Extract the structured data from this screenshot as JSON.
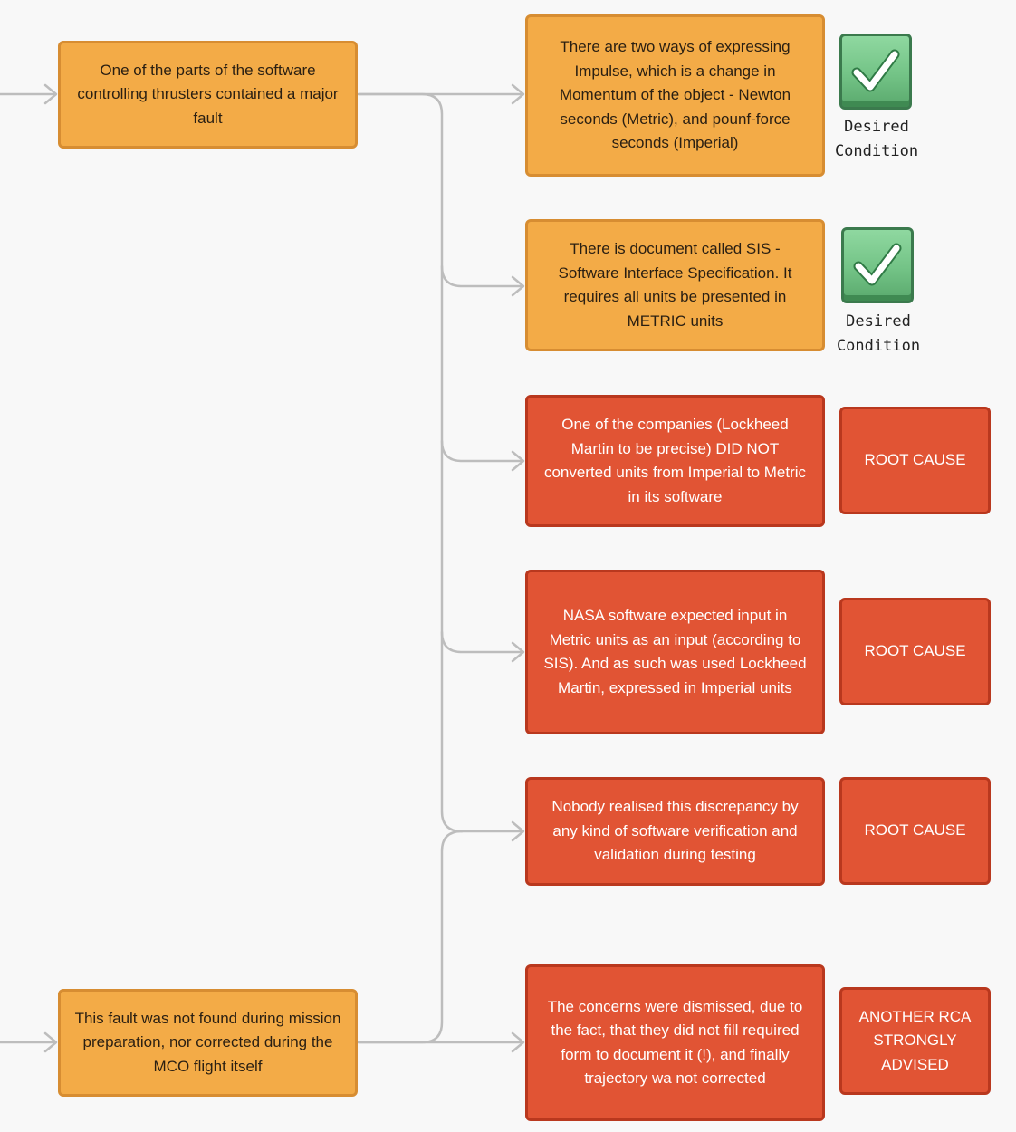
{
  "nodes": {
    "fault_thrusters": "One of the parts of the software controlling thrusters contained a major fault",
    "fault_not_found": "This fault was not found during mission preparation, nor corrected during the MCO flight itself",
    "impulse_ways": "There are two ways of expressing Impulse, which is a change in Momentum of the object - Newton seconds (Metric), and pounf-force seconds (Imperial)",
    "sis_document": "There is document called SIS - Software Interface Specification. It requires all units be presented in METRIC units",
    "lockheed_not_converted": "One of the companies (Lockheed Martin to be precise) DID NOT converted units from Imperial to Metric in its software",
    "nasa_expected_metric": "NASA software expected input in Metric units as an input (according to SIS). And as such was used Lockheed Martin, expressed in Imperial units",
    "nobody_realised": "Nobody realised this discrepancy by any kind of software verification and validation during testing",
    "concerns_dismissed": "The concerns were dismissed, due to the fact, that they did not fill required form to document it (!), and finally trajectory wa not corrected"
  },
  "labels": {
    "desired_1": "Desired Condition",
    "desired_2": "Desired Condition",
    "root_cause_1": "ROOT CAUSE",
    "root_cause_2": "ROOT CAUSE",
    "root_cause_3": "ROOT CAUSE",
    "another_rca": "ANOTHER RCA STRONGLY ADVISED"
  },
  "icons": {
    "check_1": "check-mark-icon",
    "check_2": "check-mark-icon"
  },
  "colors": {
    "orange_fill": "#f3ab47",
    "orange_border": "#d78d32",
    "red_fill": "#e15434",
    "red_border": "#b9381e",
    "connector": "#bdbdbd",
    "check_green": "#73c386"
  }
}
